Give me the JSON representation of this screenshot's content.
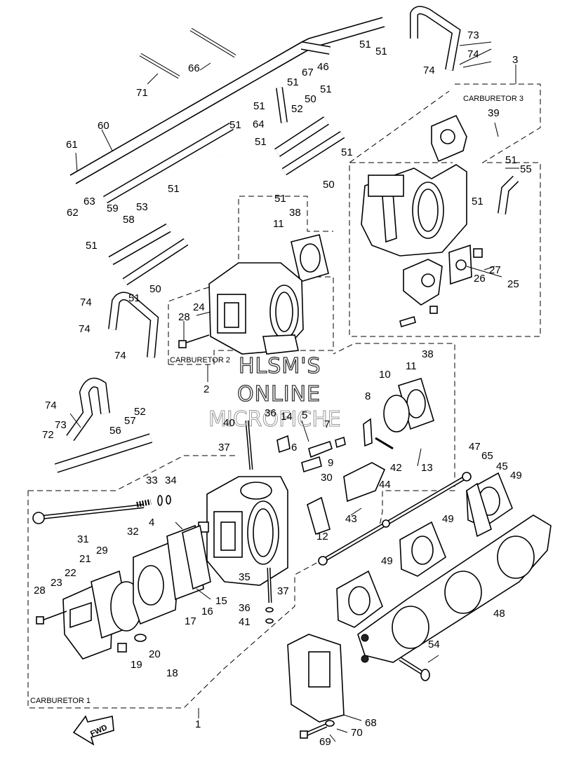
{
  "watermark": {
    "line1": "HLSM'S",
    "line2": "ONLINE",
    "line3": "MICROFICHE"
  },
  "sections": {
    "carb1": "CARBURETOR 1",
    "carb2": "CARBURETOR 2",
    "carb3": "CARBURETOR 3"
  },
  "fwd_label": "FWD",
  "callouts": [
    "1",
    "2",
    "3",
    "4",
    "5",
    "6",
    "7",
    "8",
    "9",
    "10",
    "11",
    "11",
    "12",
    "13",
    "14",
    "15",
    "16",
    "17",
    "18",
    "19",
    "20",
    "21",
    "22",
    "23",
    "24",
    "25",
    "26",
    "27",
    "28",
    "28",
    "29",
    "30",
    "31",
    "32",
    "33",
    "34",
    "35",
    "36",
    "36",
    "37",
    "37",
    "38",
    "38",
    "39",
    "40",
    "41",
    "42",
    "43",
    "44",
    "45",
    "46",
    "47",
    "48",
    "49",
    "49",
    "49",
    "50",
    "50",
    "50",
    "51",
    "51",
    "51",
    "51",
    "51",
    "51",
    "51",
    "51",
    "51",
    "51",
    "51",
    "51",
    "51",
    "51",
    "52",
    "52",
    "53",
    "54",
    "55",
    "56",
    "57",
    "58",
    "59",
    "60",
    "61",
    "62",
    "63",
    "64",
    "65",
    "66",
    "67",
    "68",
    "69",
    "70",
    "71",
    "72",
    "73",
    "73",
    "74",
    "74",
    "74",
    "74",
    "74",
    "74"
  ]
}
